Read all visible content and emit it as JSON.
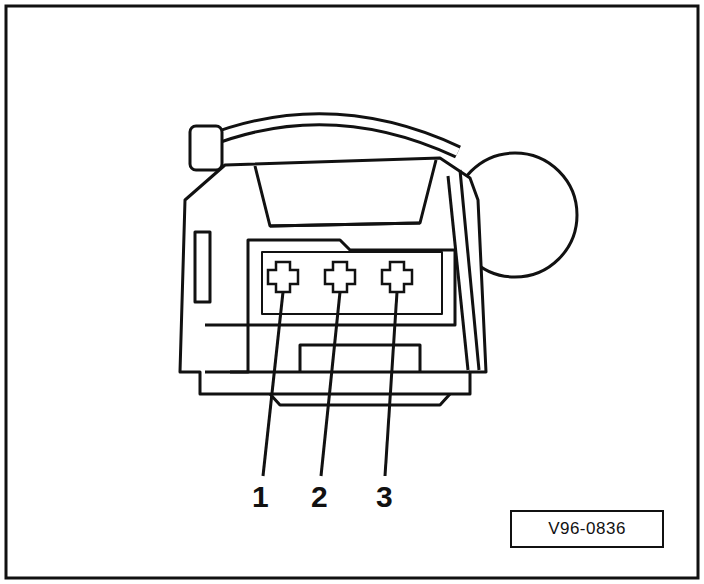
{
  "diagram": {
    "nodes": [
      {
        "text": [
          "V96-0836"
        ]
      }
    ],
    "labels": [
      "1",
      "2",
      "3"
    ]
  }
}
